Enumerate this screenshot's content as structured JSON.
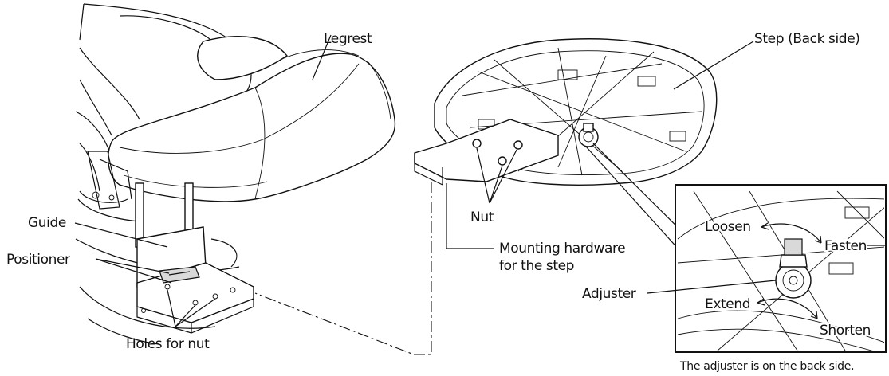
{
  "labels": {
    "legrest": "Legrest",
    "step": "Step (Back side)",
    "guide": "Guide",
    "positioner": "Positioner",
    "holes": "Holes for nut",
    "nut": "Nut",
    "mounting_line1": "Mounting hardware",
    "mounting_line2": "for the step",
    "adjuster": "Adjuster",
    "loosen": "Loosen",
    "fasten": "Fasten",
    "extend": "Extend",
    "shorten": "Shorten",
    "caption": "The adjuster is on the back side."
  }
}
